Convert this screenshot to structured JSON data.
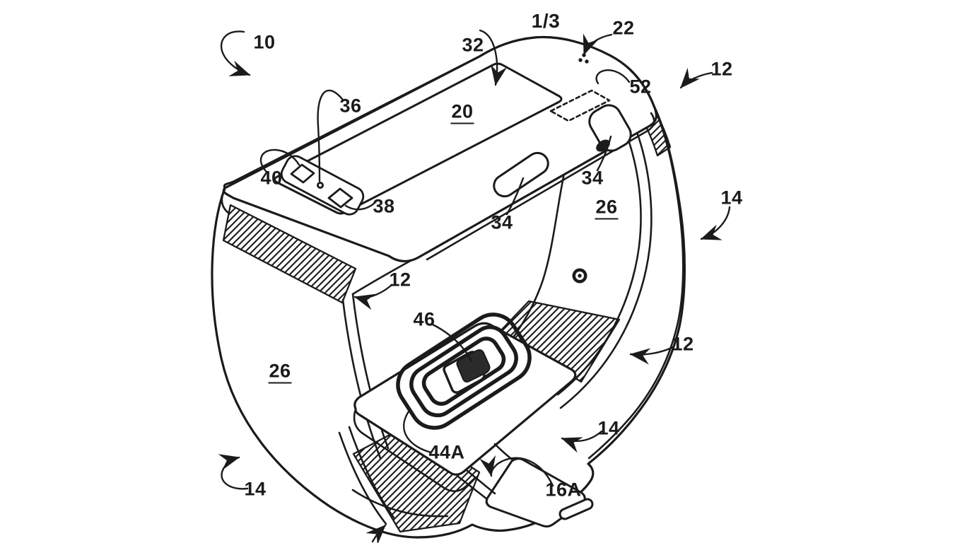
{
  "colors": {
    "ink": "#1b1b1b",
    "background": "#ffffff"
  },
  "figure": {
    "sheet_indicator": "1/3"
  },
  "labels": [
    {
      "text": "10"
    },
    {
      "text": "22"
    },
    {
      "text": "32"
    },
    {
      "text": "12"
    },
    {
      "text": "52"
    },
    {
      "text": "20"
    },
    {
      "text": "36"
    },
    {
      "text": "40"
    },
    {
      "text": "38"
    },
    {
      "text": "34"
    },
    {
      "text": "34"
    },
    {
      "text": "26"
    },
    {
      "text": "14"
    },
    {
      "text": "12"
    },
    {
      "text": "12"
    },
    {
      "text": "46"
    },
    {
      "text": "26"
    },
    {
      "text": "44A"
    },
    {
      "text": "14"
    },
    {
      "text": "16A"
    },
    {
      "text": "14"
    }
  ]
}
